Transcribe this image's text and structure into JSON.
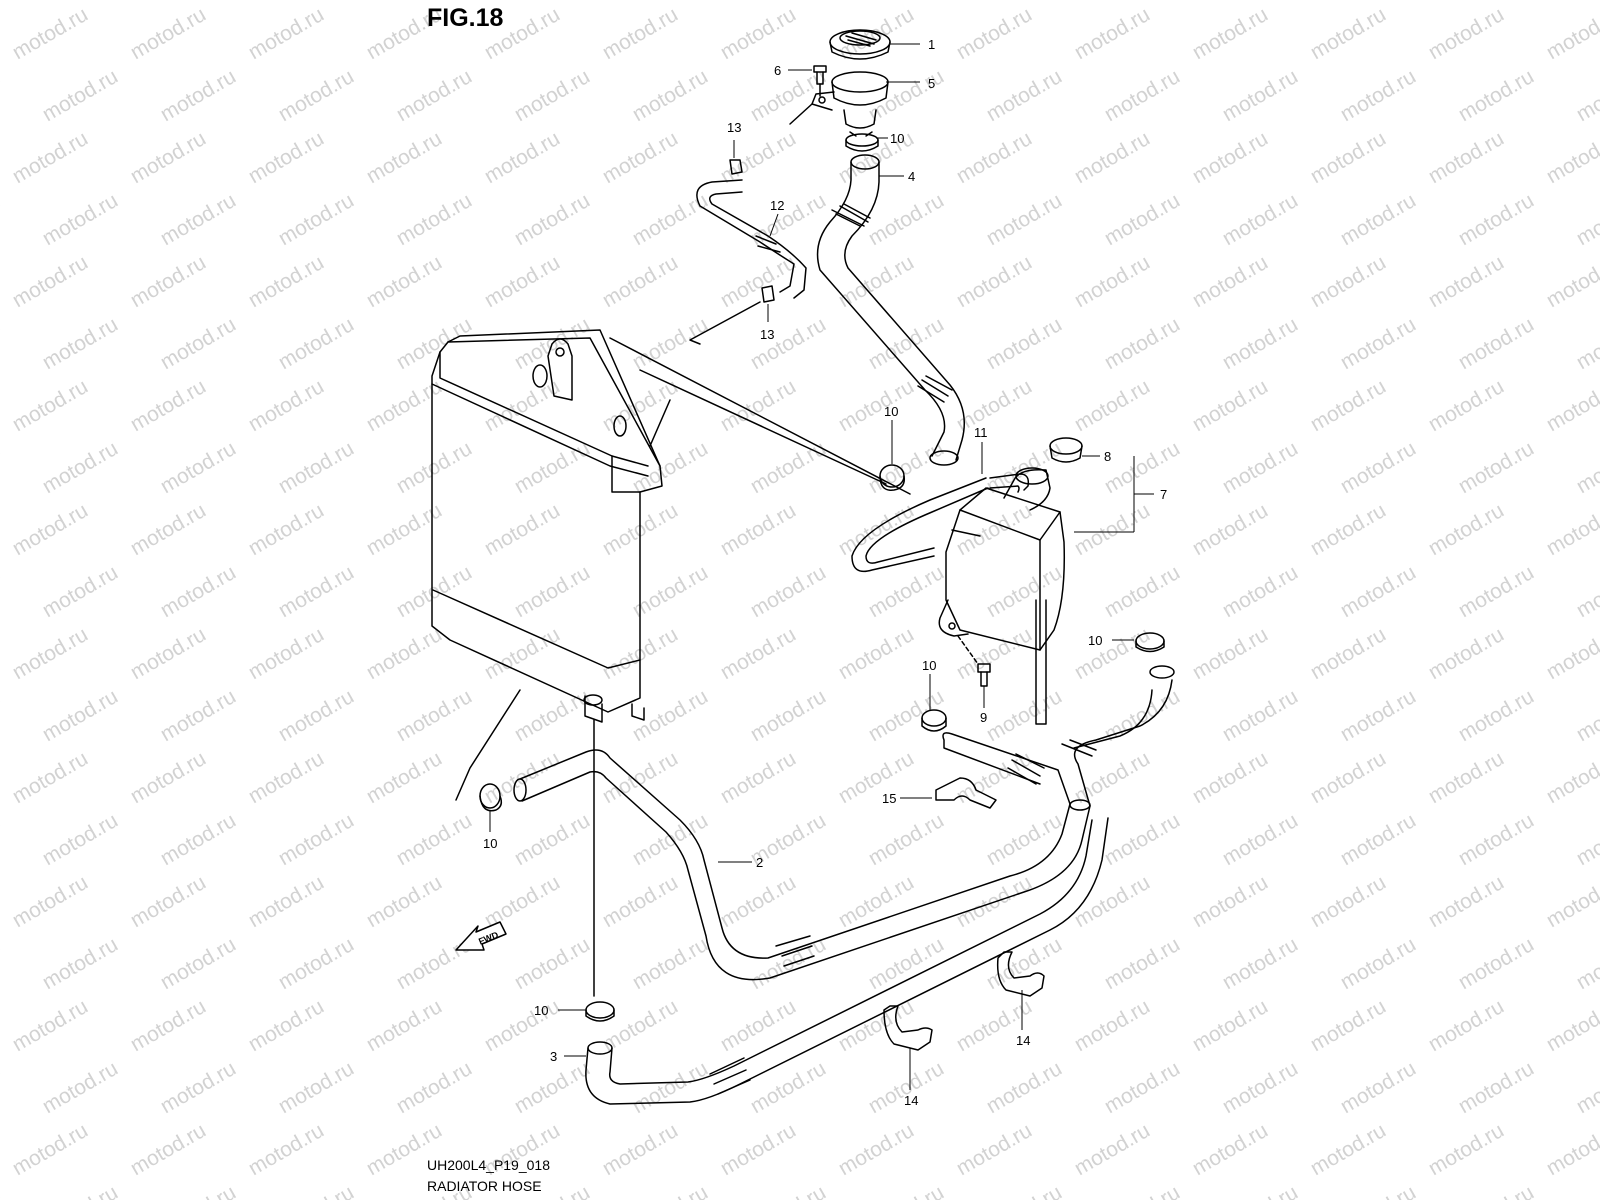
{
  "figure": {
    "title": "FIG.18",
    "code": "UH200L4_P19_018",
    "caption": "RADIATOR HOSE",
    "watermark": "motod.ru",
    "forward_marker": "FWD"
  },
  "callouts": [
    {
      "id": "c1",
      "number": "1",
      "part": "radiator-cap"
    },
    {
      "id": "c5",
      "number": "5",
      "part": "filler-neck"
    },
    {
      "id": "c6",
      "number": "6",
      "part": "bolt"
    },
    {
      "id": "c13a",
      "number": "13",
      "part": "hose-clip"
    },
    {
      "id": "c10a",
      "number": "10",
      "part": "hose-clamp"
    },
    {
      "id": "c4",
      "number": "4",
      "part": "upper-hose"
    },
    {
      "id": "c12",
      "number": "12",
      "part": "overflow-hose"
    },
    {
      "id": "c13b",
      "number": "13",
      "part": "hose-clip"
    },
    {
      "id": "c10b",
      "number": "10",
      "part": "hose-clamp"
    },
    {
      "id": "c11",
      "number": "11",
      "part": "reservoir-hose"
    },
    {
      "id": "c8",
      "number": "8",
      "part": "reservoir-cap"
    },
    {
      "id": "c7",
      "number": "7",
      "part": "reservoir-tank"
    },
    {
      "id": "c10c",
      "number": "10",
      "part": "hose-clamp"
    },
    {
      "id": "c10d",
      "number": "10",
      "part": "hose-clamp"
    },
    {
      "id": "c9",
      "number": "9",
      "part": "bolt"
    },
    {
      "id": "c15",
      "number": "15",
      "part": "hose-clamp-bracket"
    },
    {
      "id": "c10e",
      "number": "10",
      "part": "hose-clamp"
    },
    {
      "id": "c2",
      "number": "2",
      "part": "inlet-hose"
    },
    {
      "id": "c10f",
      "number": "10",
      "part": "hose-clamp"
    },
    {
      "id": "c3",
      "number": "3",
      "part": "outlet-hose"
    },
    {
      "id": "c14a",
      "number": "14",
      "part": "hose-clamp-bracket"
    },
    {
      "id": "c14b",
      "number": "14",
      "part": "hose-clamp-bracket"
    }
  ],
  "colors": {
    "line": "#000000",
    "watermark": "#d2d2d2",
    "background": "#ffffff"
  }
}
